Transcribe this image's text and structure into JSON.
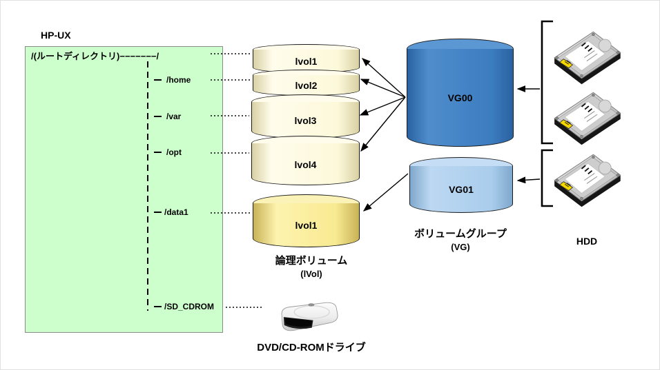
{
  "title": "HP-UX",
  "tree": {
    "root_label": "/(ルートディレクトリ)−−−−−−−/",
    "items": [
      {
        "label": "/home"
      },
      {
        "label": "/var"
      },
      {
        "label": "/opt"
      },
      {
        "label": "/data1"
      },
      {
        "label": "/SD_CDROM"
      }
    ]
  },
  "lvols": [
    {
      "label": "lvol1"
    },
    {
      "label": "lvol2"
    },
    {
      "label": "lvol3"
    },
    {
      "label": "lvol4"
    },
    {
      "label": "lvol1"
    }
  ],
  "volume_groups": [
    {
      "label": "VG00"
    },
    {
      "label": "VG01"
    }
  ],
  "captions": {
    "lvol_line1": "論理ボリューム",
    "lvol_line2": "(lVol)",
    "vg_line1": "ボリュームグループ",
    "vg_line2": "(VG)",
    "hdd": "HDD",
    "dvd": "DVD/CD-ROMドライブ"
  },
  "colors": {
    "tree_box_bg": "#ccffcc",
    "lvol_fill": "#fcf9da",
    "lvol_data_fill": "#f8ea92",
    "vg00_fill": "#3c7cc0",
    "vg01_fill": "#a9cdec"
  }
}
